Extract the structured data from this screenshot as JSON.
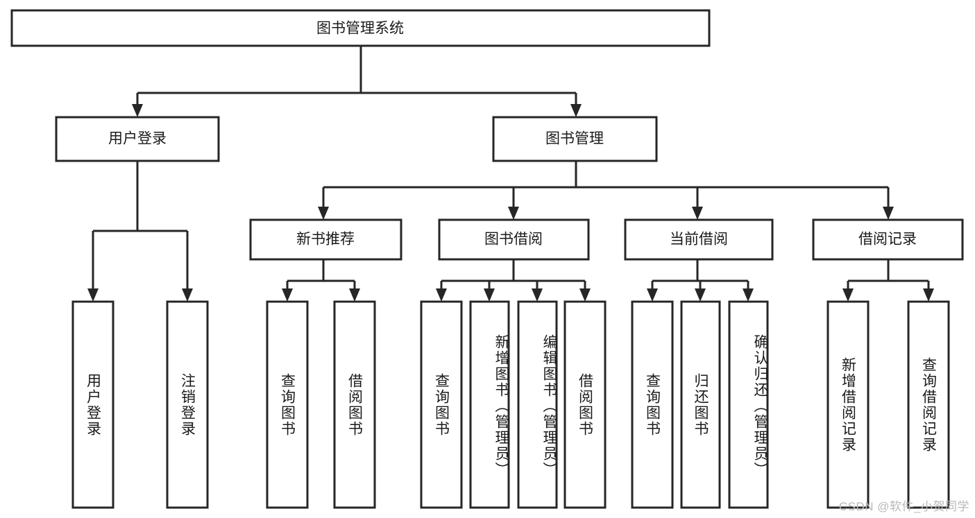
{
  "diagram": {
    "title": "图书管理系统",
    "type": "tree-hierarchy",
    "watermark": "CSDN @软件_小贺同学",
    "colors": {
      "stroke": "#262626",
      "fill": "#ffffff",
      "text": "#1a1a1a",
      "watermark": "#b8b8b8"
    },
    "levels": {
      "root": {
        "label": "图书管理系统"
      },
      "level2": [
        {
          "id": "user-login",
          "label": "用户登录"
        },
        {
          "id": "book-manage",
          "label": "图书管理"
        }
      ],
      "level3": [
        {
          "id": "new-book-recommend",
          "label": "新书推荐",
          "parent": "book-manage"
        },
        {
          "id": "book-borrow",
          "label": "图书借阅",
          "parent": "book-manage"
        },
        {
          "id": "current-borrow",
          "label": "当前借阅",
          "parent": "book-manage"
        },
        {
          "id": "borrow-record",
          "label": "借阅记录",
          "parent": "book-manage"
        }
      ],
      "leaves": [
        {
          "id": "leaf-user-login",
          "label": "用户登录",
          "parent": "user-login"
        },
        {
          "id": "leaf-logout-login",
          "label": "注销登录",
          "parent": "user-login"
        },
        {
          "id": "leaf-query-book-1",
          "label": "查询图书",
          "parent": "new-book-recommend"
        },
        {
          "id": "leaf-borrow-book-1",
          "label": "借阅图书",
          "parent": "new-book-recommend"
        },
        {
          "id": "leaf-query-book-2",
          "label": "查询图书",
          "parent": "book-borrow"
        },
        {
          "id": "leaf-add-book",
          "label": "新增图书（管理员）",
          "parent": "book-borrow"
        },
        {
          "id": "leaf-edit-book",
          "label": "编辑图书（管理员）",
          "parent": "book-borrow"
        },
        {
          "id": "leaf-borrow-book-2",
          "label": "借阅图书",
          "parent": "book-borrow"
        },
        {
          "id": "leaf-query-book-3",
          "label": "查询图书",
          "parent": "current-borrow"
        },
        {
          "id": "leaf-return-book",
          "label": "归还图书",
          "parent": "current-borrow"
        },
        {
          "id": "leaf-confirm-return",
          "label": "确认归还（管理员）",
          "parent": "current-borrow"
        },
        {
          "id": "leaf-add-record",
          "label": "新增借阅记录",
          "parent": "borrow-record"
        },
        {
          "id": "leaf-query-record",
          "label": "查询借阅记录",
          "parent": "borrow-record"
        }
      ]
    }
  }
}
